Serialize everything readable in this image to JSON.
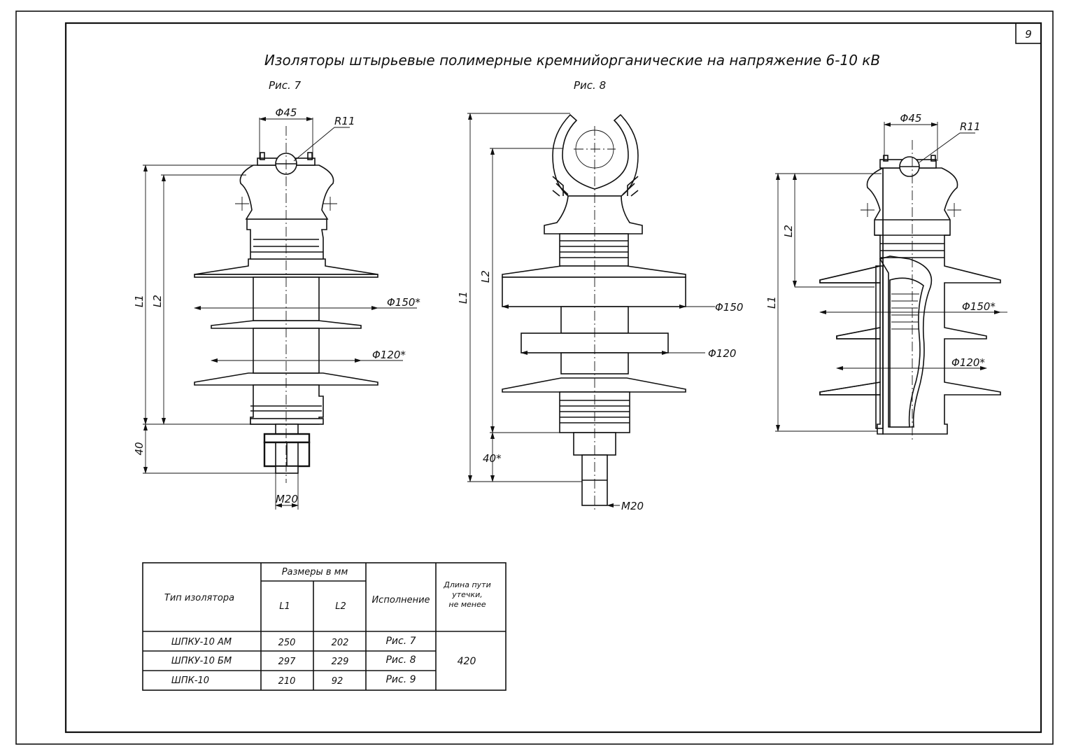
{
  "sheet": {
    "page_number": "9",
    "title": "Изоляторы штырьевые полимерные кремнийорганические на напряжение 6-10 кВ"
  },
  "fig7": {
    "caption": "Рис. 7",
    "d45": "Φ45",
    "r11": "R11",
    "d150": "Φ150*",
    "d120": "Φ120*",
    "l1": "L1",
    "l2": "L2",
    "h40": "40",
    "m20": "M20"
  },
  "fig8": {
    "caption": "Рис. 8",
    "d150": "Φ150",
    "d120": "Φ120",
    "l1": "L1",
    "l2": "L2",
    "h40": "40*",
    "m20": "M20"
  },
  "fig9": {
    "d45": "Φ45",
    "r11": "R11",
    "d150": "Φ150*",
    "d120": "Φ120*",
    "l1": "L1",
    "l2": "L2"
  },
  "table": {
    "col_type": "Тип изолятора",
    "col_dims": "Размеры в мм",
    "col_l1": "L1",
    "col_l2": "L2",
    "col_exec": "Исполнение",
    "col_leak_1": "Длина пути",
    "col_leak_2": "утечки,",
    "col_leak_3": "не менее",
    "rows": [
      {
        "type": "ШПКУ-10 АМ",
        "l1": "250",
        "l2": "202",
        "exec": "Рис. 7"
      },
      {
        "type": "ШПКУ-10 БМ",
        "l1": "297",
        "l2": "229",
        "exec": "Рис. 8"
      },
      {
        "type": "ШПК-10",
        "l1": "210",
        "l2": "92",
        "exec": "Рис. 9"
      }
    ],
    "leak_value": "420"
  }
}
